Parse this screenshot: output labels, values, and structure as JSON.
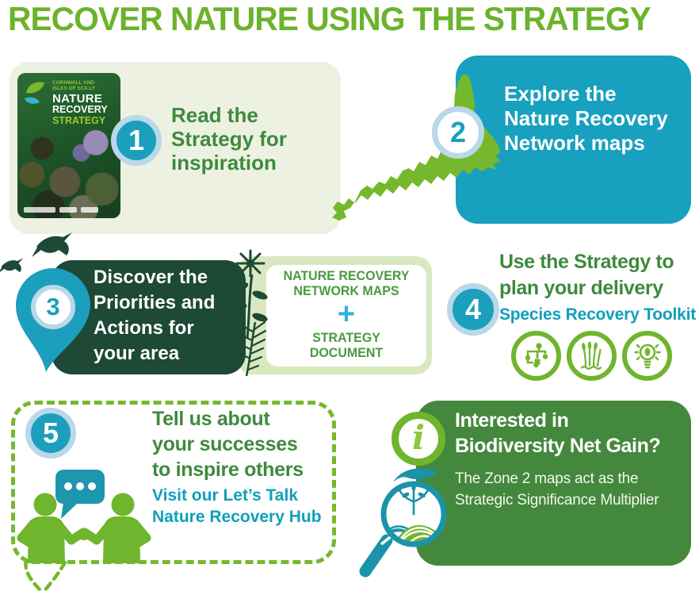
{
  "title": "RECOVER NATURE USING THE STRATEGY",
  "palette": {
    "bright_green": "#6fb52d",
    "deep_green_text": "#3e8a3e",
    "dark_green": "#1d4936",
    "teal": "#1b9fbd",
    "teal_dark": "#1a93ab",
    "ring_light_blue": "#b9d8e9",
    "panel_light": "#edf1e2",
    "pale_green": "#d9e8c1",
    "bng_box_green": "#44883d",
    "info_i_green": "#8dc63f",
    "plus_teal": "#2db4d8",
    "link_teal": "#0f9fba"
  },
  "strategy_cover": {
    "region_line1": "CORNWALL AND",
    "region_line2": "ISLES OF SCILLY",
    "title_line1": "NATURE",
    "title_line2": "RECOVERY",
    "title_line3": "STRATEGY"
  },
  "step1": {
    "number": "1",
    "text": "Read the\nStrategy for\ninspiration"
  },
  "step2": {
    "number": "2",
    "text": "Explore the\nNature Recovery\nNetwork maps"
  },
  "step3": {
    "number": "3",
    "text": "Discover the\nPriorities and\nActions for\nyour area",
    "resources_line1": "NATURE RECOVERY\nNETWORK MAPS",
    "resources_plus": "+",
    "resources_line2": "STRATEGY\nDOCUMENT"
  },
  "step4": {
    "number": "4",
    "heading": "Use the Strategy to\nplan your delivery",
    "link": "Species Recovery Toolkit",
    "icons": [
      {
        "name": "flowchart-icon"
      },
      {
        "name": "reeds-icon"
      },
      {
        "name": "lightbulb-leaf-icon"
      }
    ]
  },
  "step5": {
    "number": "5",
    "heading": "Tell us about\nyour successes\nto inspire others",
    "link": "Visit our Let’s Talk\nNature Recovery Hub"
  },
  "bng": {
    "info_glyph": "i",
    "heading": "Interested in\nBiodiversity Net Gain?",
    "body": "The Zone 2 maps act as the\nStrategic Significance Multiplier"
  }
}
